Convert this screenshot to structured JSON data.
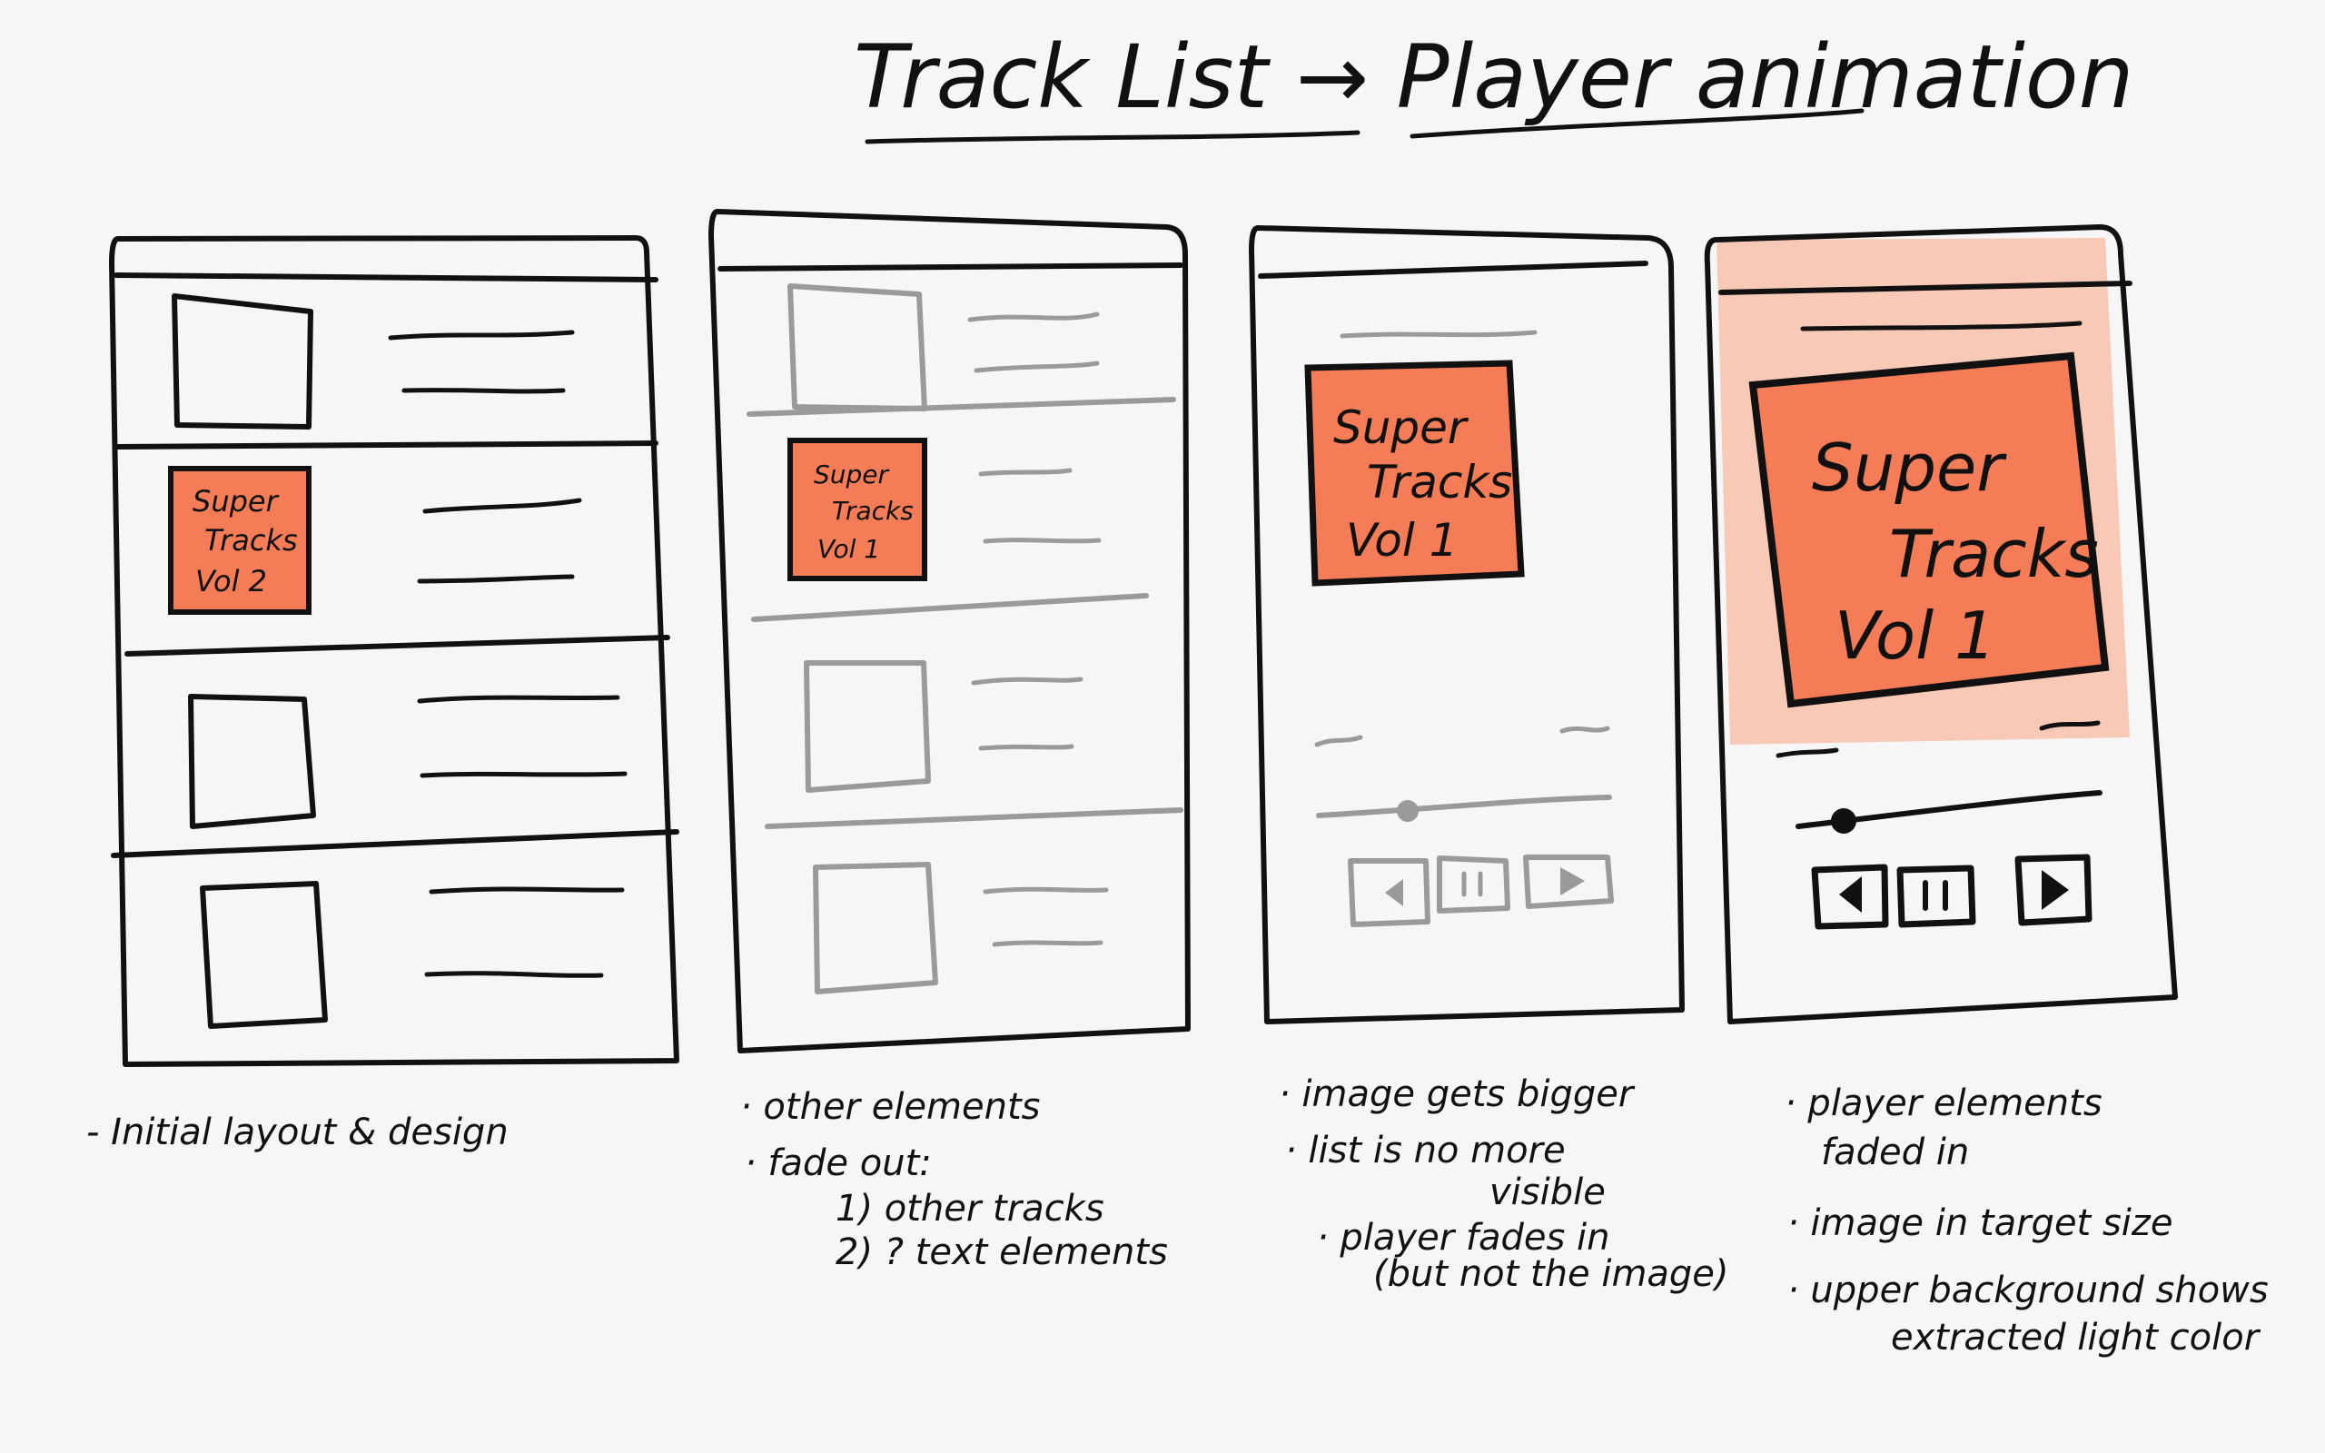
{
  "title": "Track List → Player animation",
  "colors": {
    "ink": "#111111",
    "faded": "#9a9a9a",
    "accent": "#f47c56",
    "accent_light": "#f8c9b7",
    "paper": "#f6f6f6"
  },
  "panels": [
    {
      "cover_lines": [
        "Super",
        "Tracks",
        "Vol 2"
      ],
      "notes": [
        "- Initial layout & design"
      ]
    },
    {
      "cover_lines": [
        "Super",
        "Tracks",
        "Vol 1"
      ],
      "notes": [
        "· other elements",
        "· fade out:",
        "1) other tracks",
        "2) ? text elements"
      ]
    },
    {
      "cover_lines": [
        "Super",
        "Tracks",
        "Vol 1"
      ],
      "notes": [
        "· image gets bigger",
        "· list is no more",
        "visible",
        "· player fades in",
        "(but not the image)"
      ]
    },
    {
      "cover_lines": [
        "Super",
        "Tracks",
        "Vol 1"
      ],
      "notes": [
        "· player elements",
        "faded in",
        "· image in target size",
        "· upper background shows",
        "extracted light color"
      ]
    }
  ]
}
